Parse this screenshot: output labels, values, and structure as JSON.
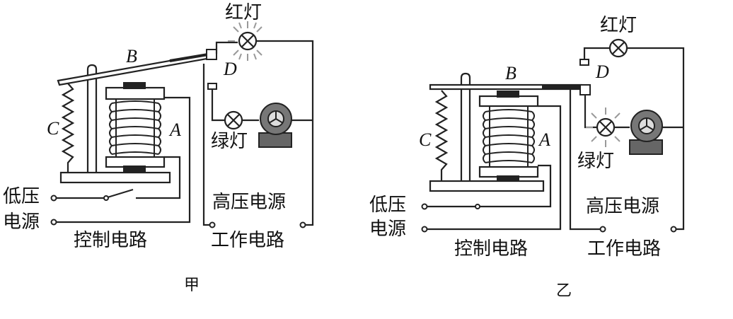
{
  "diagrams": [
    {
      "id": "jia",
      "caption": "甲",
      "labels": {
        "red_lamp": "红灯",
        "green_lamp": "绿灯",
        "armature": "B",
        "contact": "D",
        "spring": "C",
        "coil": "A",
        "low_voltage_1": "低压",
        "low_voltage_2": "电源",
        "high_voltage": "高压电源",
        "control_circuit": "控制电路",
        "work_circuit": "工作电路"
      }
    },
    {
      "id": "yi",
      "caption": "乙",
      "labels": {
        "red_lamp": "红灯",
        "green_lamp": "绿灯",
        "armature": "B",
        "contact": "D",
        "spring": "C",
        "coil": "A",
        "low_voltage_1": "低压",
        "low_voltage_2": "电源",
        "high_voltage": "高压电源",
        "control_circuit": "控制电路",
        "work_circuit": "工作电路"
      }
    }
  ]
}
